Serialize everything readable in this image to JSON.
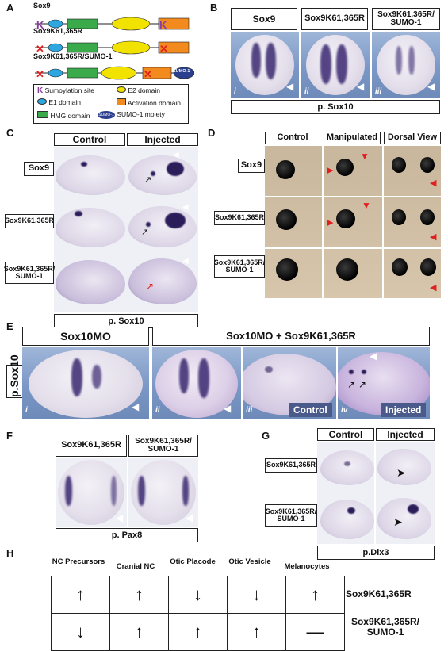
{
  "panels": {
    "A": "A",
    "B": "B",
    "C": "C",
    "D": "D",
    "E": "E",
    "F": "F",
    "G": "G",
    "H": "H"
  },
  "panel_a": {
    "constructs": [
      "Sox9",
      "Sox9K61,365R",
      "Sox9K61,365R/SUMO-1"
    ],
    "sumo_tag": "SUMO-1",
    "legend": {
      "sumo_site": "Sumoylation site",
      "e1": "E1 domain",
      "hmg": "HMG domain",
      "e2": "E2 domain",
      "activation": "Activation domain",
      "sumo_moiety": "SUMO-1 moiety",
      "sumo_icon": "SUMO-1"
    },
    "colors": {
      "e1": "#2ea6df",
      "hmg": "#3aaa4a",
      "e2": "#f2e200",
      "act": "#f28a1e",
      "sumo": "#2b3f8f",
      "site": "#8a3d9a",
      "cross": "#e02020"
    }
  },
  "panel_b": {
    "headers": [
      "Sox9",
      "Sox9K61,365R",
      "Sox9K61,365R/ SUMO-1"
    ],
    "numerals": [
      "i",
      "ii",
      "iii"
    ],
    "caption": "p. Sox10"
  },
  "panel_c": {
    "headers": [
      "Control",
      "Injected"
    ],
    "rows": [
      "Sox9",
      "Sox9K61,365R",
      "Sox9K61,365R/ SUMO-1"
    ],
    "caption": "p. Sox10"
  },
  "panel_d": {
    "headers": [
      "Control",
      "Manipulated",
      "Dorsal View"
    ],
    "rows": [
      "Sox9",
      "Sox9K61,365R",
      "Sox9K61,365R/ SUMO-1"
    ]
  },
  "panel_e": {
    "headers": [
      "Sox10MO",
      "Sox10MO + Sox9K61,365R"
    ],
    "side_label": "p.Sox10",
    "numerals": [
      "i",
      "ii",
      "iii",
      "iv"
    ],
    "tags": [
      "Control",
      "Injected"
    ]
  },
  "panel_f": {
    "headers": [
      "Sox9K61,365R",
      "Sox9K61,365R/ SUMO-1"
    ],
    "caption": "p. Pax8"
  },
  "panel_g": {
    "headers": [
      "Control",
      "Injected"
    ],
    "rows": [
      "Sox9K61,365R",
      "Sox9K61,365R/ SUMO-1"
    ],
    "caption": "p.Dlx3"
  },
  "panel_h": {
    "columns": [
      "NC Precursors",
      "Cranial NC",
      "Otic Placode",
      "Otic Vesicle",
      "Melanocytes"
    ],
    "rows": [
      {
        "label": "Sox9K61,365R",
        "values": [
          "↑",
          "↑",
          "↓",
          "↓",
          "↑"
        ]
      },
      {
        "label": "Sox9K61,365R/ SUMO-1",
        "values": [
          "↓",
          "↑",
          "↑",
          "↑",
          "—"
        ]
      }
    ]
  }
}
